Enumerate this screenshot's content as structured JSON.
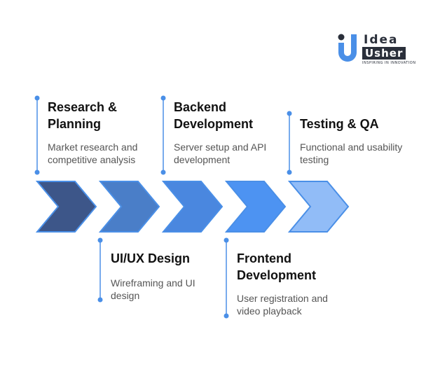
{
  "brand": {
    "line1": "Idea",
    "line2": "Usher",
    "tagline": "INSPIRING IN INNOVATION",
    "colors": {
      "blue": "#4a8fe7",
      "dark": "#2a2f3a"
    }
  },
  "steps": [
    {
      "title": "Research & Planning",
      "description": "Market research and competitive analysis",
      "color": "#3d5689"
    },
    {
      "title": "UI/UX Design",
      "description": "Wireframing and UI design",
      "color": "#4a7ec8"
    },
    {
      "title": "Backend Development",
      "description": "Server setup and API development",
      "color": "#4a87df"
    },
    {
      "title": "Frontend Development",
      "description": "User registration and video playback",
      "color": "#4d93f2"
    },
    {
      "title": "Testing & QA",
      "description": "Functional and usability testing",
      "color": "#91bcf7"
    }
  ],
  "colors": {
    "outline": "#4a8fe7",
    "connector": "#4a8fe7"
  }
}
